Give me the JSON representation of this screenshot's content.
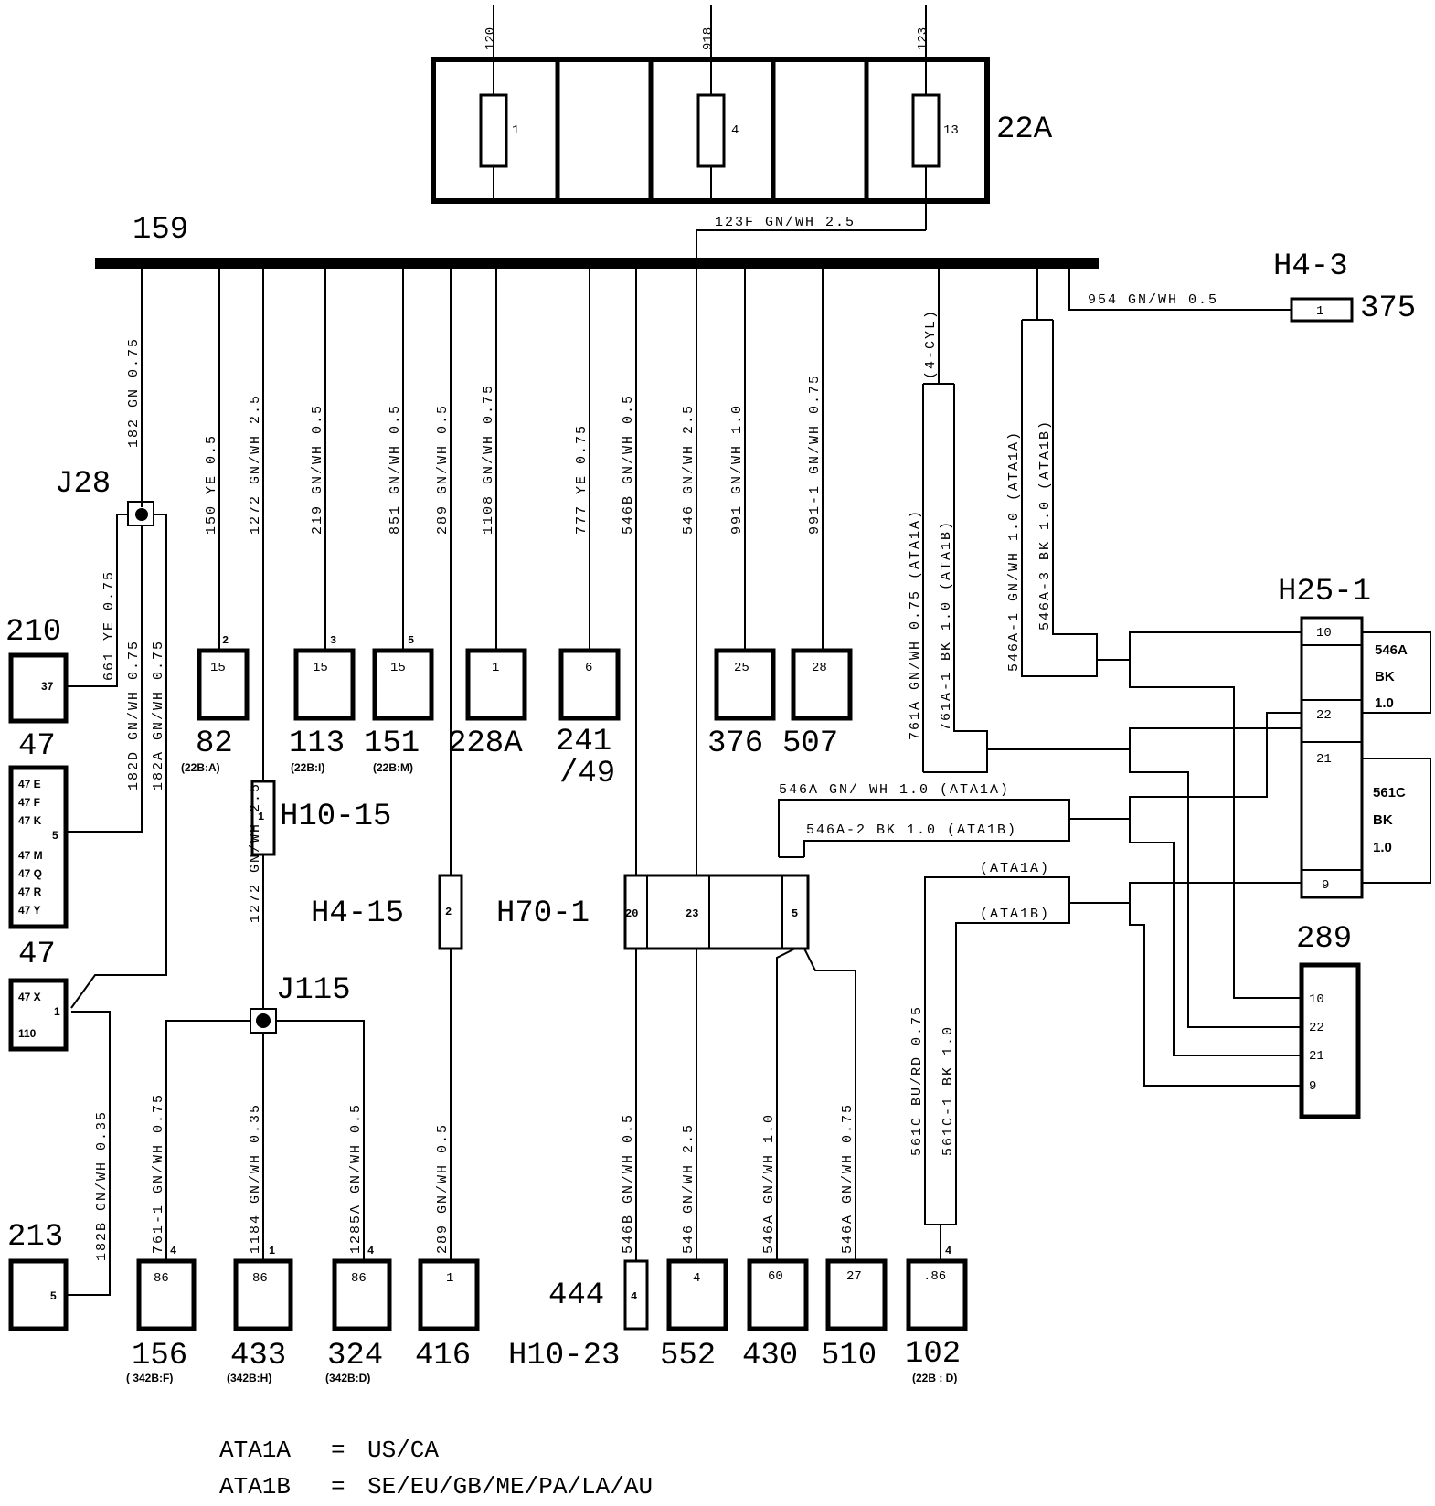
{
  "fusebox": {
    "name": "22A",
    "top_wires": [
      "120",
      "918",
      "123"
    ],
    "fuses": [
      "1",
      "4",
      "13"
    ],
    "feed_label": "123F GN/WH 2.5"
  },
  "busbar": {
    "name": "159"
  },
  "bus_wires": [
    "182 GN 0.75",
    "150 YE 0.5",
    "1272 GN/WH 2.5",
    "219 GN/WH 0.5",
    "851 GN/WH 0.5",
    "289 GN/WH 0.5",
    "1108 GN/WH 0.75",
    "777 YE 0.75",
    "546B GN/WH 0.5",
    "546 GN/WH 2.5",
    "991 GN/WH 1.0",
    "991-1 GN/WH 0.75",
    "(4-CYL)",
    "954 GN/WH 0.5"
  ],
  "components_top": [
    {
      "id": "82",
      "pin": "15",
      "pin_no": "2",
      "ref": "(22B:A)"
    },
    {
      "id": "113",
      "pin": "15",
      "pin_no": "3",
      "ref": "(22B:I)"
    },
    {
      "id": "151",
      "pin": "15",
      "pin_no": "5",
      "ref": "(22B:M)"
    },
    {
      "id": "228A",
      "pin": "1"
    },
    {
      "id": "241",
      "id2": "/49",
      "pin": "6"
    },
    {
      "id": "376",
      "pin": "25"
    },
    {
      "id": "507",
      "pin": "28"
    }
  ],
  "left_side": {
    "j28": "J28",
    "c210": {
      "id": "210",
      "pin": "37"
    },
    "c47a": {
      "id": "47",
      "lines": [
        "47 E",
        "47 F",
        "47 K",
        "47 M",
        "47 Q",
        "47 R",
        "47 Y"
      ],
      "pin": "5"
    },
    "c47b": {
      "id": "47",
      "lines": [
        "47 X",
        "110"
      ],
      "pin": "1"
    },
    "c213": {
      "id": "213",
      "pin": "5"
    },
    "wires": [
      "661 YE 0.75",
      "182D GN/WH 0.75",
      "182A GN/WH 0.75",
      "182B GN/WH 0.35"
    ]
  },
  "connectors": {
    "h10_15": {
      "name": "H10-15",
      "pin": "1"
    },
    "h4_15": {
      "name": "H4-15",
      "pin": "2"
    },
    "h70_1": {
      "name": "H70-1",
      "pins": [
        "20",
        "23",
        "5"
      ]
    },
    "h4_3": {
      "name": "H4-3",
      "pin": "1",
      "dest": "375"
    },
    "h25_1": {
      "name": "H25-1",
      "pins": [
        "10",
        "22",
        "21",
        "9"
      ]
    },
    "j115": "J115"
  },
  "mid_wires": [
    "1272 GN/WH 2.5",
    "761-1 GN/WH 0.75",
    "1184 GN/WH 0.35",
    "1285A GN/WH 0.5",
    "289 GN/WH 0.5"
  ],
  "h70_wires": [
    "546B GN/WH 0.5",
    "546 GN/WH 2.5",
    "546A GN/WH 1.0",
    "546A GN/WH 0.75"
  ],
  "right_wires": {
    "w761a": "761A GN/WH 0.75 (ATA1A)",
    "w761a1": "761A-1 BK 1.0 (ATA1B)",
    "w546a1": "546A-1 GN/WH 1.0 (ATA1A)",
    "w546a3": "546A-3 BK 1.0 (ATA1B)",
    "w546a": "546A GN/ WH 1.0 (ATA1A)",
    "w546a2": "546A-2 BK 1.0 (ATA1B)",
    "ata1a": "(ATA1A)",
    "ata1b": "(ATA1B)",
    "w561c": "561C BU/RD 0.75",
    "w561c1": "561C-1 BK 1.0"
  },
  "h25_notes": {
    "n1": [
      "546A",
      "BK",
      "1.0"
    ],
    "n2": [
      "561C",
      "BK",
      "1.0"
    ]
  },
  "c289": {
    "id": "289",
    "pins": [
      "10",
      "22",
      "21",
      "9"
    ]
  },
  "components_bottom": [
    {
      "id": "156",
      "pin": "86",
      "pin_no": "4",
      "ref": "( 342B:F)"
    },
    {
      "id": "433",
      "pin": "86",
      "pin_no": "1",
      "ref": "(342B:H)"
    },
    {
      "id": "324",
      "pin": "86",
      "pin_no": "4",
      "ref": "(342B:D)"
    },
    {
      "id": "416",
      "pin": "1"
    },
    {
      "id": "444",
      "pin": "4",
      "sub": "H10-23"
    },
    {
      "id": "552",
      "pin": "4"
    },
    {
      "id": "430",
      "pin": "60"
    },
    {
      "id": "510",
      "pin": "27"
    },
    {
      "id": "102",
      "pin": ".86",
      "pin_no": "4",
      "ref": "(22B : D)"
    }
  ],
  "legend": [
    {
      "key": "ATA1A",
      "eq": "=",
      "value": "US/CA"
    },
    {
      "key": "ATA1B",
      "eq": "=",
      "value": "SE/EU/GB/ME/PA/LA/AU"
    }
  ]
}
